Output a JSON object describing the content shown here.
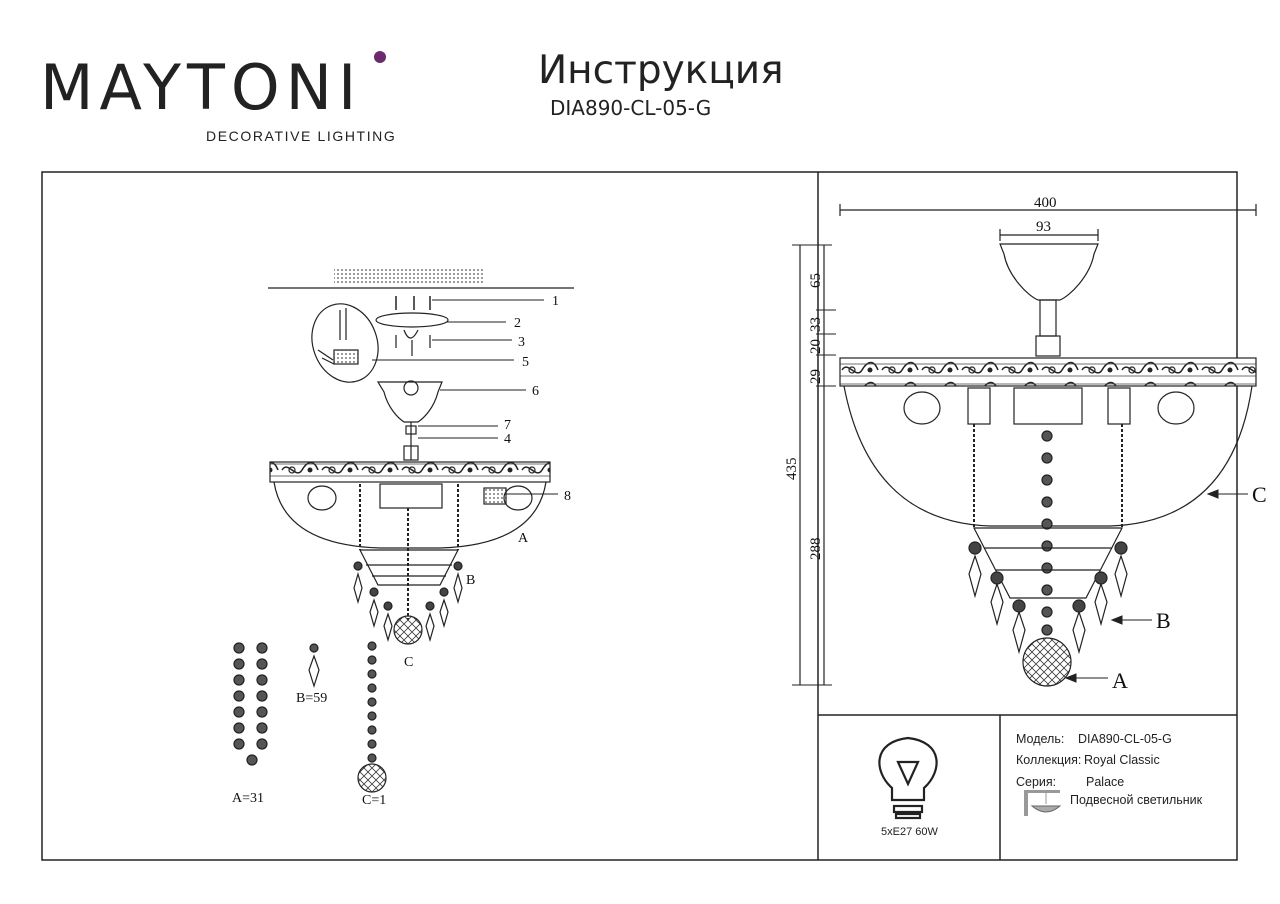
{
  "brand": {
    "logo_text": "MAYTONI",
    "tagline": "DECORATIVE LIGHTING",
    "accent_color": "#6b2a6e"
  },
  "header": {
    "title": "Инструкция",
    "model_code": "DIA890-CL-05-G"
  },
  "assembly": {
    "part_numbers": [
      "1",
      "2",
      "3",
      "5",
      "6",
      "7",
      "4",
      "8"
    ],
    "letters": {
      "a": "A",
      "b": "B",
      "c": "C"
    },
    "counts": {
      "a": "A=31",
      "b": "B=59",
      "c": "C=1"
    }
  },
  "dimensions": {
    "width": "400",
    "canopy_width": "93",
    "height_total": "435",
    "segments": [
      "65",
      "33",
      "20",
      "29"
    ],
    "bowl_height": "288",
    "letters": {
      "c": "C",
      "b": "B",
      "a": "A"
    }
  },
  "spec": {
    "lamp": "5xE27 60W",
    "model_label": "Модель:",
    "model_value": "DIA890-CL-05-G",
    "collection_label": "Коллекция:",
    "collection_value": "Royal Classic",
    "series_label": "Серия:",
    "series_value": "Palace",
    "type_value": "Подвесной светильник"
  }
}
